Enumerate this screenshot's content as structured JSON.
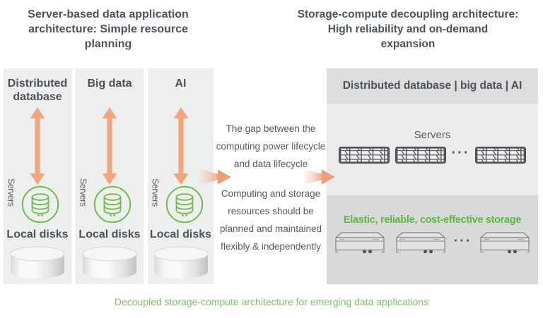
{
  "titles": {
    "left": {
      "lines": [
        "Server-based data application",
        "architecture: Simple resource",
        "planning"
      ]
    },
    "right": {
      "lines": [
        "Storage-compute decoupling architecture:",
        "High reliability and on-demand",
        "expansion"
      ]
    }
  },
  "left_panel": {
    "columns": [
      {
        "label": "Distributed database",
        "servers_label": "Servers",
        "disks_label": "Local disks"
      },
      {
        "label": "Big data",
        "servers_label": "Servers",
        "disks_label": "Local disks"
      },
      {
        "label": "AI",
        "servers_label": "Servers",
        "disks_label": "Local disks"
      }
    ]
  },
  "middle": {
    "text_top": "The gap between the computing power lifecycle and data lifecycle",
    "text_bottom": "Computing and storage resources should be planned and maintained flexibly & independently"
  },
  "right_panel": {
    "header": "Distributed database | big data | AI",
    "servers_label": "Servers",
    "storage_label": "Elastic, reliable, cost-effective storage",
    "ellipsis": "···"
  },
  "caption": "Decoupled storage-compute architecture for emerging data applications",
  "colors": {
    "accent_orange": "#f3a67e",
    "accent_green": "#6cbe45",
    "storage_green": "#5cb93e",
    "caption_green": "#7cc462",
    "text_dark": "#4d535a",
    "server_icon_dark": "#54585c"
  }
}
